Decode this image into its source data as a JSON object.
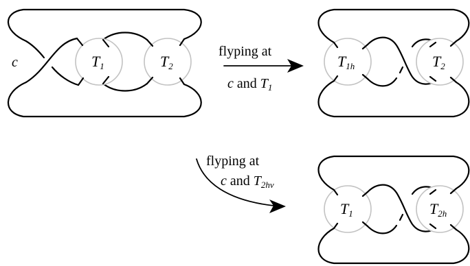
{
  "diagram": {
    "knot1": {
      "crossing_label": "c",
      "tangle1": {
        "name": "T",
        "sub": "1"
      },
      "tangle2": {
        "name": "T",
        "sub": "2"
      }
    },
    "step1": {
      "line1": "flyping at",
      "line2_prefix": "c",
      "line2_and": " and ",
      "line2_tangle": "T",
      "line2_tangle_sub": "1"
    },
    "knot2": {
      "tangle1": {
        "name": "T",
        "sub": "1h"
      },
      "tangle2": {
        "name": "T",
        "sub": "2"
      }
    },
    "step2": {
      "line1": "flyping at",
      "line2_prefix": "c",
      "line2_and": " and ",
      "line2_tangle": "T",
      "line2_tangle_sub": "2hv"
    },
    "knot3": {
      "tangle1": {
        "name": "T",
        "sub": "1"
      },
      "tangle2": {
        "name": "T",
        "sub": "2h"
      }
    }
  }
}
